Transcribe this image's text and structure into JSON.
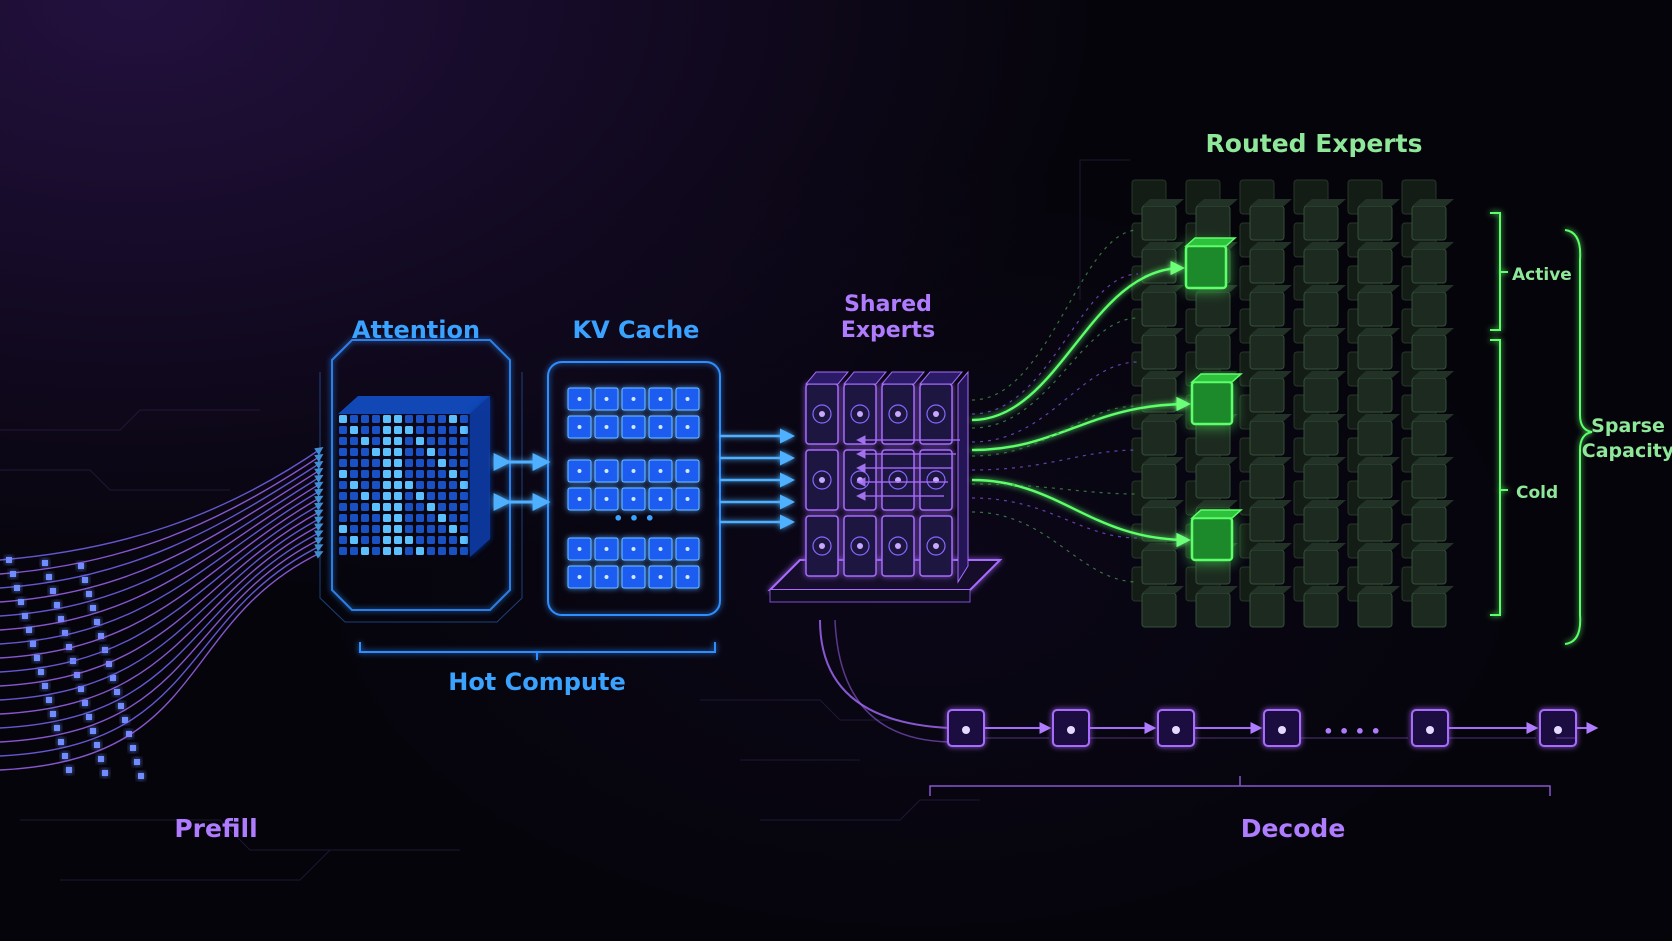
{
  "labels": {
    "attention": "Attention",
    "kv_cache": "KV Cache",
    "shared_experts_line1": "Shared",
    "shared_experts_line2": "Experts",
    "routed_experts": "Routed Experts",
    "active": "Active",
    "cold": "Cold",
    "sparse_line1": "Sparse",
    "sparse_line2": "Capacity",
    "hot_compute": "Hot Compute",
    "prefill": "Prefill",
    "decode": "Decode",
    "kv_ellipsis": "• • •",
    "decode_ellipsis": "• • • •"
  },
  "colors": {
    "background": "#05040a",
    "blue": "#2f8dff",
    "blue_label": "#3aa2ff",
    "violet": "#a86bff",
    "violet_label": "#b07cff",
    "green": "#5dff6a",
    "green_label": "#8fe89a",
    "expert_cube": "#1c2a1f"
  },
  "icons": {
    "kv_block": "blue-cube-icon",
    "shared_expert": "server-rack-icon",
    "routed_expert": "expert-cube-icon",
    "decode_token": "token-node-icon"
  }
}
